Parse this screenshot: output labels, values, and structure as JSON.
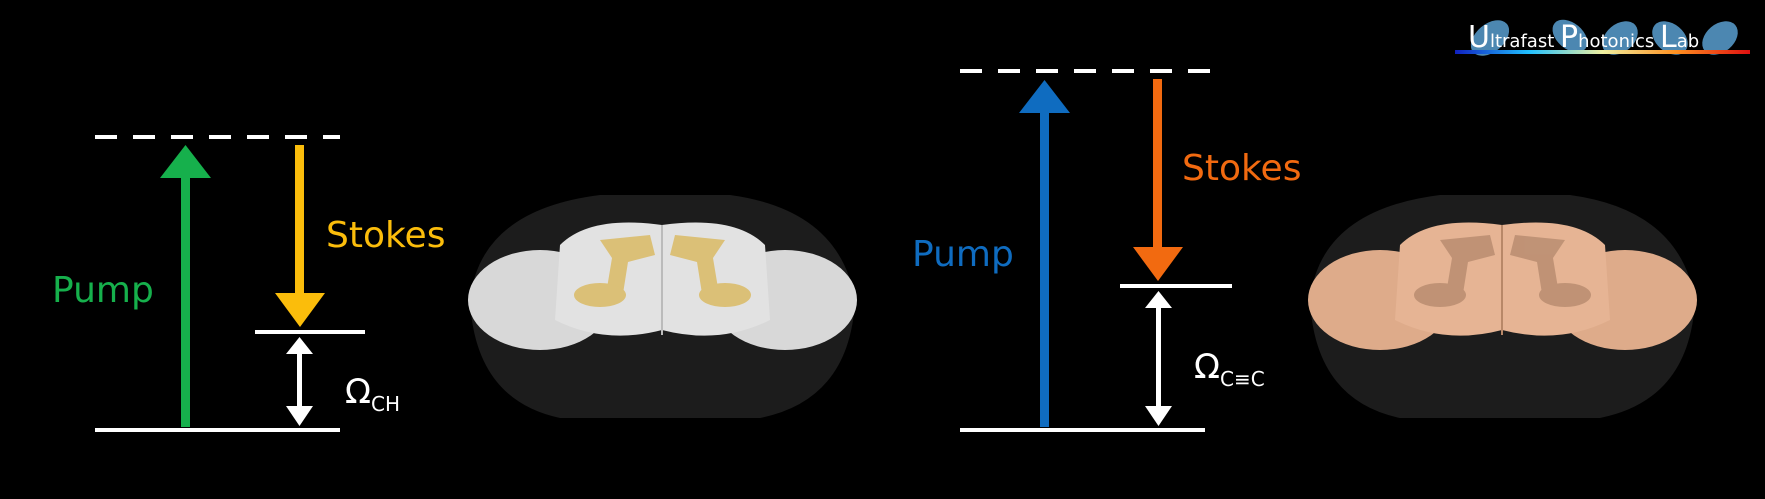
{
  "logo": {
    "text_part1": "U",
    "text_part2": "ltrafast ",
    "text_part3": "P",
    "text_part4": "hotonics ",
    "text_part5": "L",
    "text_part6": "ab"
  },
  "left_diagram": {
    "pump_label": "Pump",
    "stokes_label": "Stokes",
    "omega_symbol": "Ω",
    "omega_subscript": "CH",
    "pump_color": "#16b04c",
    "stokes_color": "#fbbd0b"
  },
  "right_diagram": {
    "pump_label": "Pump",
    "stokes_label": "Stokes",
    "omega_symbol": "Ω",
    "omega_subscript": "C≡C",
    "pump_color": "#0f6cc0",
    "stokes_color": "#f26a10"
  }
}
